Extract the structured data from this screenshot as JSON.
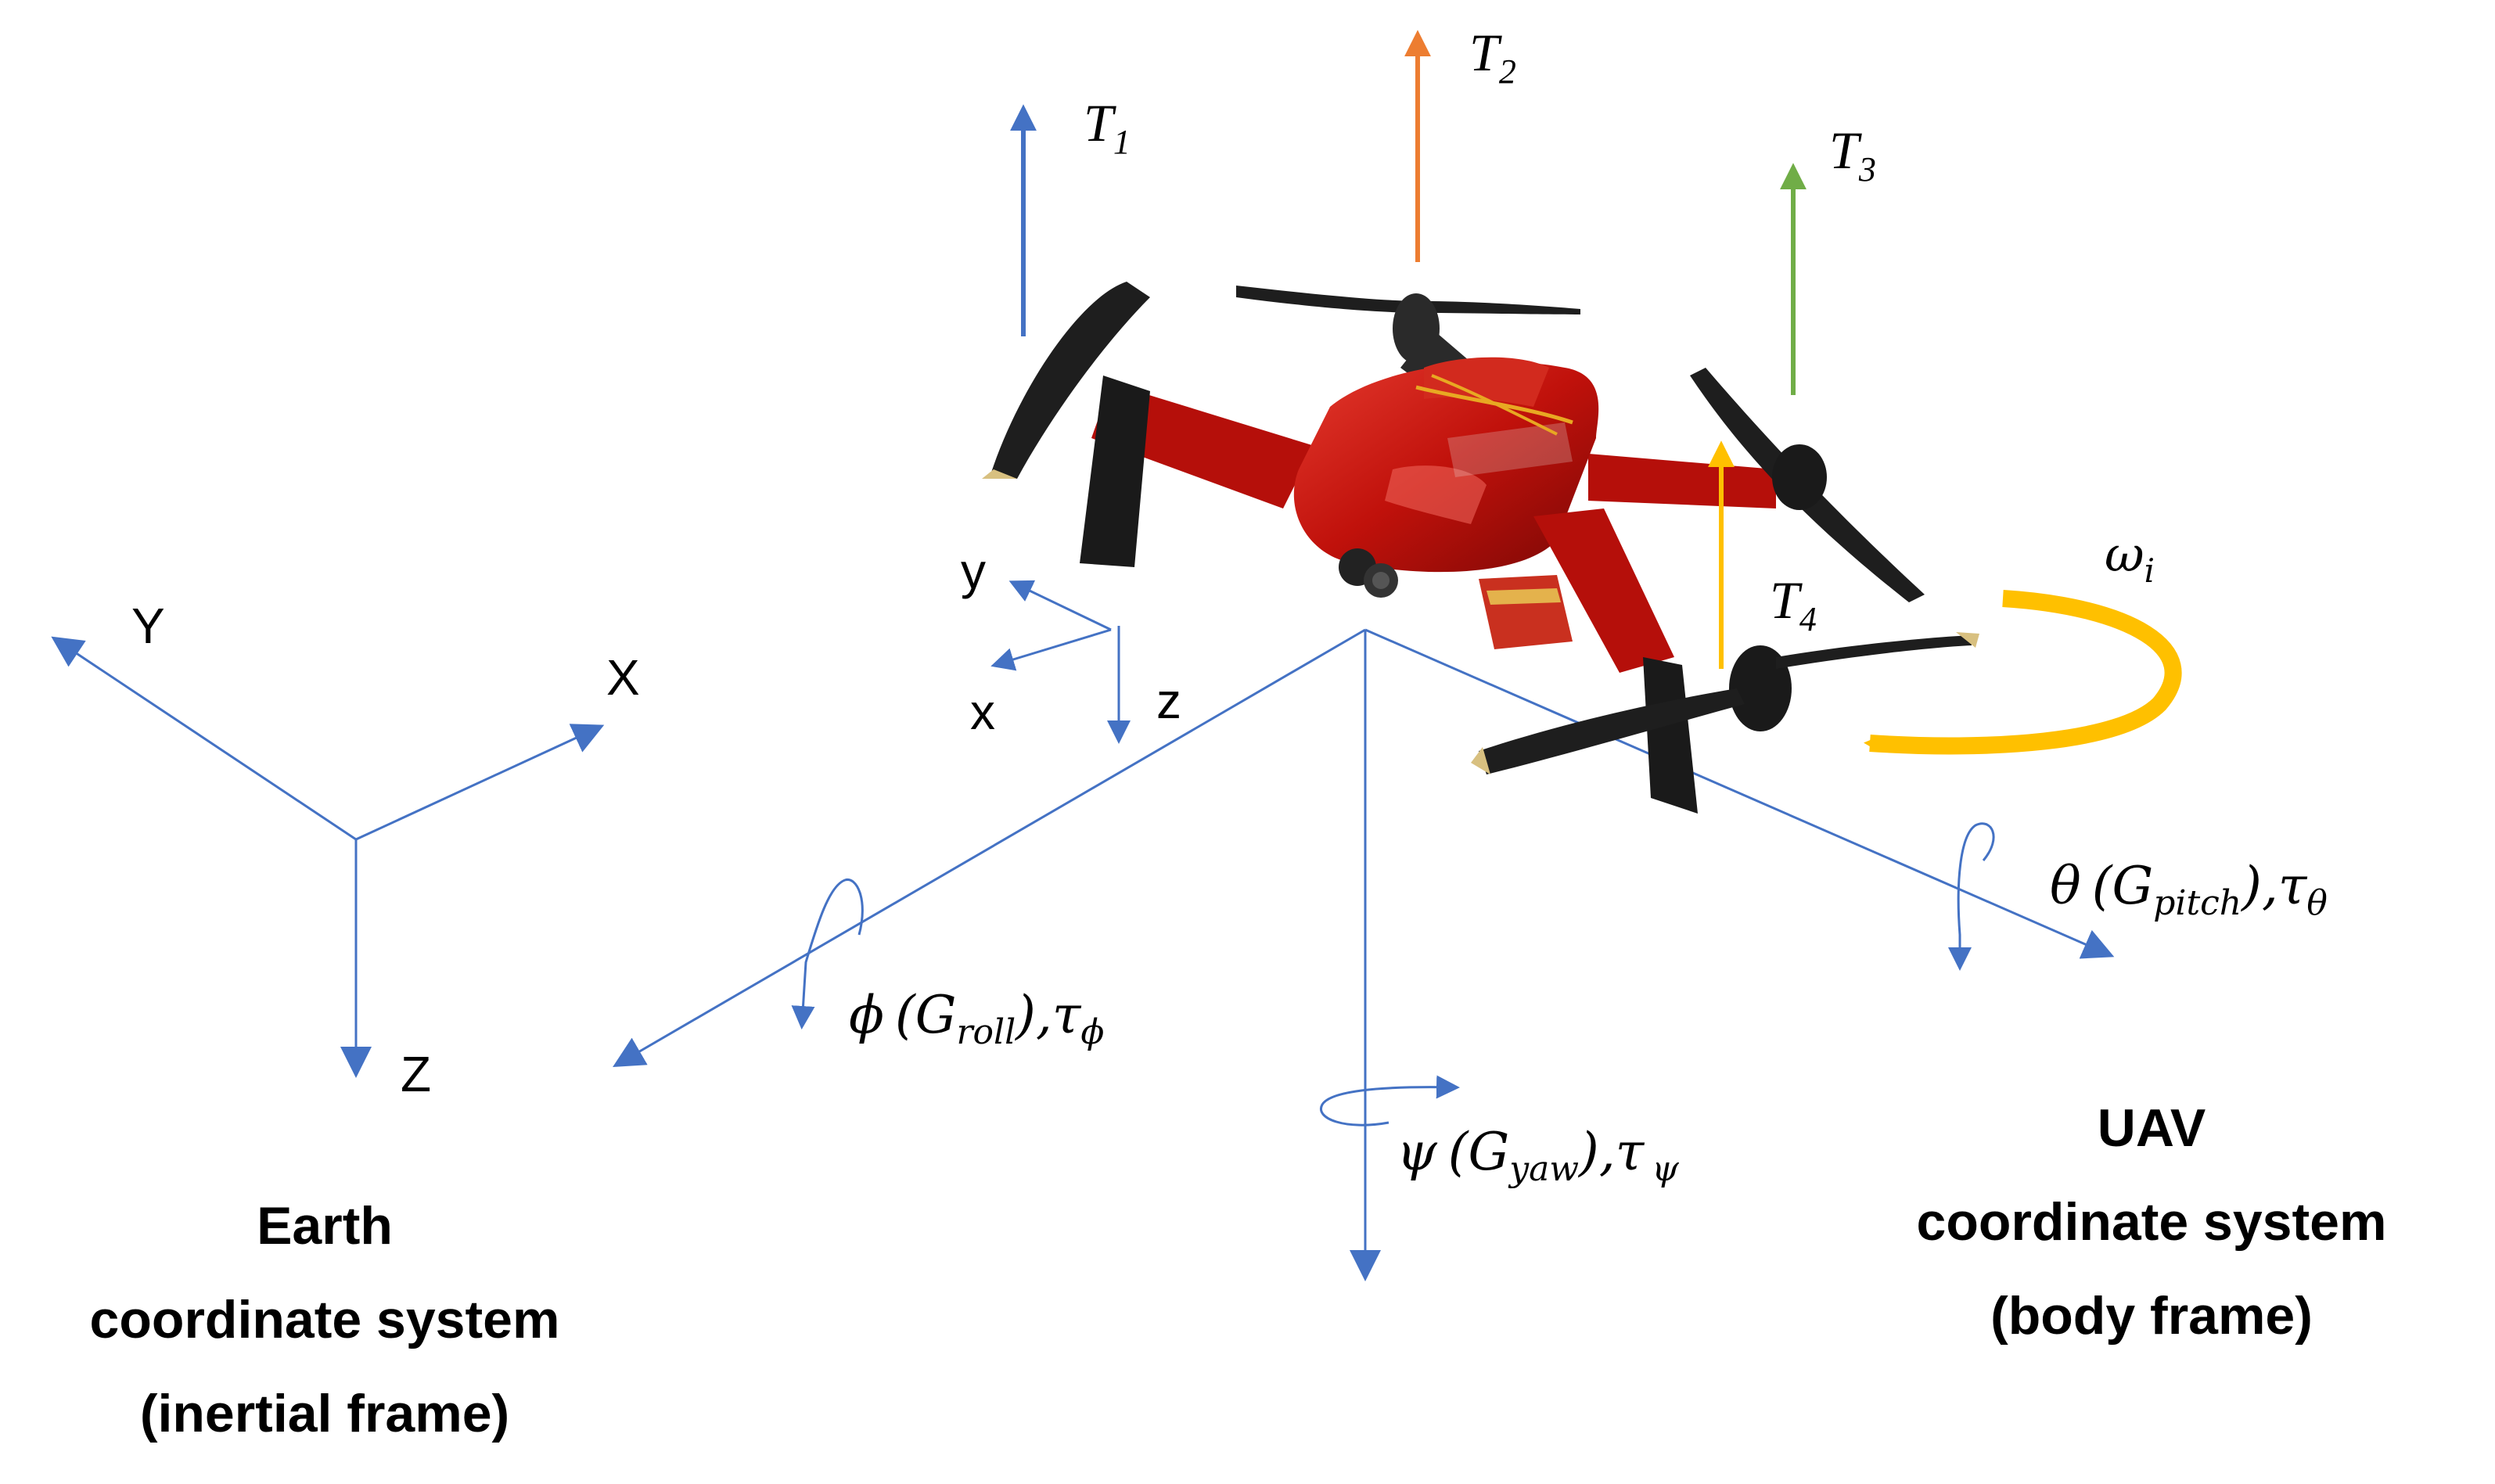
{
  "earth_frame": {
    "axes": {
      "x": "X",
      "y": "Y",
      "z": "Z"
    },
    "caption": [
      "Earth",
      "coordinate system",
      "(inertial frame)"
    ]
  },
  "uav_frame": {
    "axes": {
      "x": "x",
      "y": "y",
      "z": "z"
    },
    "caption": [
      "UAV",
      "coordinate system",
      "(body frame)"
    ]
  },
  "thrusts": [
    {
      "symbol": "T",
      "sub": "1",
      "color": "#4472C4"
    },
    {
      "symbol": "T",
      "sub": "2",
      "color": "#ED7D31"
    },
    {
      "symbol": "T",
      "sub": "3",
      "color": "#70AD47"
    },
    {
      "symbol": "T",
      "sub": "4",
      "color": "#FFC000"
    }
  ],
  "rotor_speed": {
    "symbol": "ω",
    "sub": "i",
    "color": "#FFC000"
  },
  "rotations": {
    "roll": {
      "angle": "ϕ",
      "paren_open": "(G",
      "sub": "roll",
      "paren_close": "),τ",
      "torque_sub": "ϕ"
    },
    "pitch": {
      "angle": "θ",
      "paren_open": "(G",
      "sub": "pitch",
      "paren_close": "),τ",
      "torque_sub": "θ"
    },
    "yaw": {
      "angle": "ψ",
      "paren_open": "(G",
      "sub": "yaw",
      "paren_close": "),τ",
      "torque_sub": "ψ"
    }
  },
  "colors": {
    "axis": "#4472C4",
    "drone_body": "#C0110B",
    "propeller": "#1A1A1A"
  },
  "icons": [
    "drone-image",
    "rotation-arrow-icon"
  ]
}
